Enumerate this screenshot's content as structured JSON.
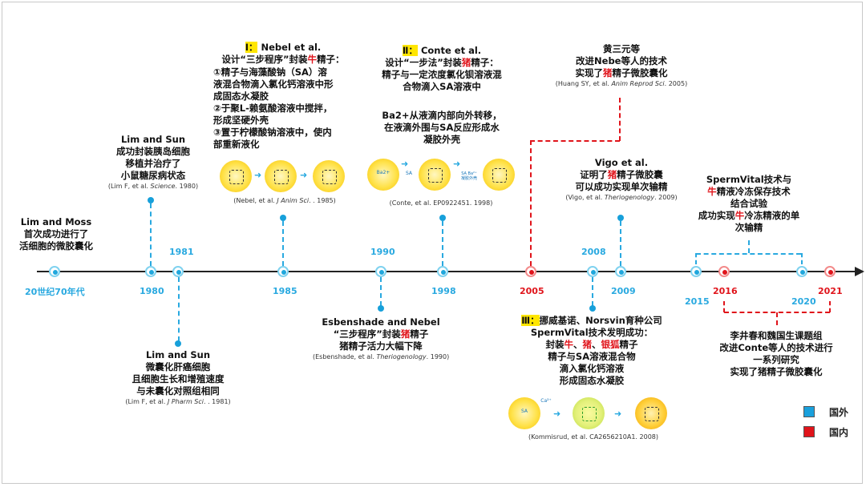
{
  "axis_labels": {
    "a": "20世纪70年代",
    "b": "1980",
    "c": "1981",
    "d": "1985",
    "e": "1990",
    "f": "1998",
    "g": "2005",
    "h": "2008",
    "i": "2009",
    "j": "2015",
    "k": "2016",
    "l": "2020",
    "m": "2021"
  },
  "events": {
    "limmoss": {
      "l1": "Lim and Moss",
      "l2": "首次成功进行了",
      "l3": "活细胞的微胶囊化"
    },
    "limsun1980": {
      "l1": "Lim and Sun",
      "l2": "成功封装胰岛细胞",
      "l3": "移植并治疗了",
      "l4": "小鼠糖尿病状态",
      "cite_pre": "(Lim F, et al. ",
      "cite_j": "Science",
      "cite_post": ". 1980)"
    },
    "limsun1981": {
      "l1": "Lim and Sun",
      "l2": "微囊化肝癌细胞",
      "l3": "且细胞生长和增殖速度",
      "l4": "与未囊化对照组相同",
      "cite_pre": "(Lim F, et al.  ",
      "cite_j": "J Pharm Sci",
      "cite_post": ". . 1981)"
    },
    "nebel": {
      "tag": "Ⅰ：",
      "title": "Nebel et al.",
      "d_pre": "设计“三步程序”封装",
      "d_red": "牛",
      "d_post": "精子：",
      "s1": "①精子与海藻酸钠（SA）溶",
      "s2": "液混合物滴入氯化钙溶液中形",
      "s3": "成固态水凝胶",
      "s4": "②于聚L-赖氨酸溶液中搅拌，",
      "s5": "形成坚硬外壳",
      "s6": "③置于柠檬酸钠溶液中，使内",
      "s7": "部重新液化",
      "cite_pre": "(Nebel, et al. ",
      "cite_j": "J Anim Sci",
      "cite_post": ". . 1985)"
    },
    "esbenshade": {
      "l1": "Esbenshade and Nebel",
      "l2_pre": "“三步程序”封装",
      "l2_red": "猪",
      "l2_post": "精子",
      "l3": "猪精子活力大幅下降",
      "cite_pre": "(Esbenshade, et al. ",
      "cite_j": "Theriogenology",
      "cite_post": ". 1990)"
    },
    "conte": {
      "tag": "Ⅱ：",
      "title": "Conte et al.",
      "d_pre": "设计“一步法”封装",
      "d_red": "猪",
      "d_post": "精子：",
      "s1": "精子与一定浓度氯化钡溶液混",
      "s2": "合物滴入SA溶液中",
      "m1": "Ba2+从液滴内部向外转移，",
      "m2": "在液滴外围与SA反应形成水",
      "m3": "凝胶外壳",
      "cite": "(Conte, et al. EP0922451. 1998)",
      "cell_a": "Ba2+",
      "cell_b": "SA",
      "cell_c": "SA Ba²⁺\n凝胶外壳"
    },
    "huang": {
      "l1": "黄三元等",
      "l2": "改进Nebe等人的技术",
      "l3_pre": "实现了",
      "l3_red": "猪",
      "l3_post": "精子微胶囊化",
      "cite_pre": "(Huang SY, et al. ",
      "cite_j": "Anim Reprod Sci",
      "cite_post": ". 2005)"
    },
    "vigo": {
      "l1": "Vigo et al.",
      "l2_pre": "证明了",
      "l2_red": "猪",
      "l2_post": "精子微胶囊",
      "l3": "可以成功实现单次输精",
      "cite_pre": "(Vigo, et al. ",
      "cite_j": "Theriogenology",
      "cite_post": ". 2009)"
    },
    "norway": {
      "tag": "Ⅲ：",
      "title": "挪威基诺、Norsvin育种公司",
      "l1": "SpermVital技术发明成功：",
      "l2_pre": "封装",
      "l2_r1": "牛",
      "l2_s1": "、",
      "l2_r2": "猪",
      "l2_s2": "、",
      "l2_r3": "银狐",
      "l2_post": "精子",
      "l3": "精子与SA溶液混合物",
      "l4": "滴入氯化钙溶液",
      "l5": "形成固态水凝胶",
      "cite": "(Kommisrud, et al. CA2656210A1. 2008)",
      "cell_a": "Ca²⁺",
      "cell_b": "SA"
    },
    "spermvital": {
      "l1": "SpermVital技术与",
      "l2_red": "牛",
      "l2_post": "精液冷冻保存技术",
      "l3": "结合试验",
      "l4_pre": "成功实现",
      "l4_red": "牛",
      "l4_post": "冷冻精液的单",
      "l5": "次输精"
    },
    "li": {
      "l1": "李井春和魏国生课题组",
      "l2": "改进Conte等人的技术进行",
      "l3": "一系列研究",
      "l4": "实现了猪精子微胶囊化"
    }
  },
  "legend": {
    "foreign": "国外",
    "domestic": "国内",
    "foreign_color": "#1aa0dc",
    "domestic_color": "#e0141b"
  },
  "colors": {
    "foreign_line": "#29a9e0",
    "domestic_line": "#e0141b",
    "highlight": "#ffe600"
  }
}
